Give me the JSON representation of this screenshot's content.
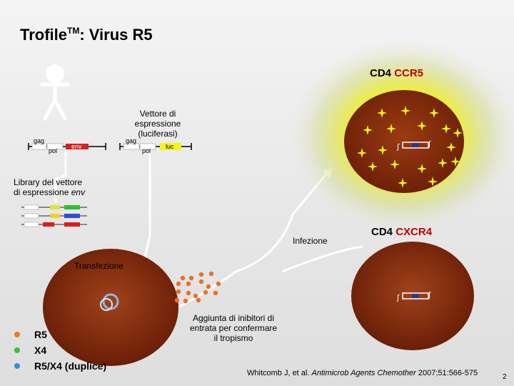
{
  "title": {
    "main": "Trofile",
    "sup": "TM",
    "rest": ": Virus R5"
  },
  "vector_labels": {
    "gag": "gag",
    "pol": "pol",
    "env": "env",
    "luc": "luc"
  },
  "expression_vector": "Vettore di espressione (luciferasi)",
  "env_library": {
    "line1": "Library del vettore",
    "line2": "di espressione",
    "italic": "env"
  },
  "transfection": "Transfezione",
  "infection": "Infezione",
  "inhibitors": "Aggiunta di inibitori di entrata per confermare il tropismo",
  "cells": {
    "ccr5": {
      "cd4": "CD4",
      "coreceptor": "CCR5"
    },
    "cxcr4": {
      "cd4": "CD4",
      "coreceptor": "CXCR4"
    }
  },
  "legend": [
    {
      "label": "R5",
      "color": "#e87a2a"
    },
    {
      "label": "X4",
      "color": "#3cbf3c"
    },
    {
      "label": "R5/X4 (duplice)",
      "color": "#2f8fe0"
    }
  ],
  "citation": {
    "authors": "Whitcomb J, et al.",
    "journal": "Antimicrob Agents Chemother",
    "details": "2007;51:566-575"
  },
  "page_number": "2",
  "colors": {
    "coreceptor": "#c00000",
    "cell_fill": "#8b2e0c",
    "glow": "#f3f31a",
    "luc": "#f5f51a",
    "env_red": "#d82020"
  },
  "icons": [
    "person-icon",
    "sparkle-icon",
    "luciferase-plasmid-icon",
    "inhibitor-dot"
  ]
}
